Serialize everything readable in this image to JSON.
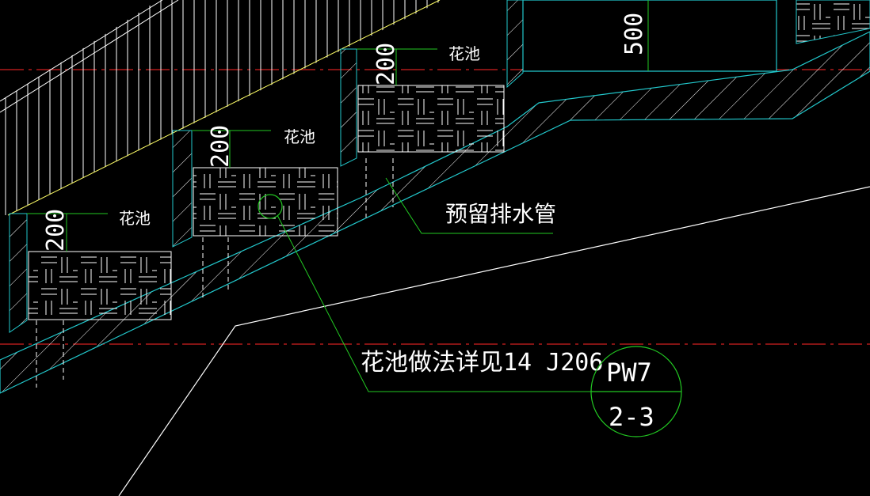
{
  "labels": {
    "planter_1": "花池",
    "planter_2": "花池",
    "planter_3": "花池",
    "dim_1": "200",
    "dim_2": "200",
    "dim_3": "200",
    "dim_top": "500",
    "drain": "预留排水管",
    "note": "花池做法详见14 J206",
    "ref_top": "PW7",
    "ref_bottom": "2-3"
  },
  "colors": {
    "background": "#000000",
    "cyan": "#22c8cc",
    "green": "#22c822",
    "white": "#ffffff",
    "yellow": "#ffff66",
    "red_center": "#d42020"
  }
}
